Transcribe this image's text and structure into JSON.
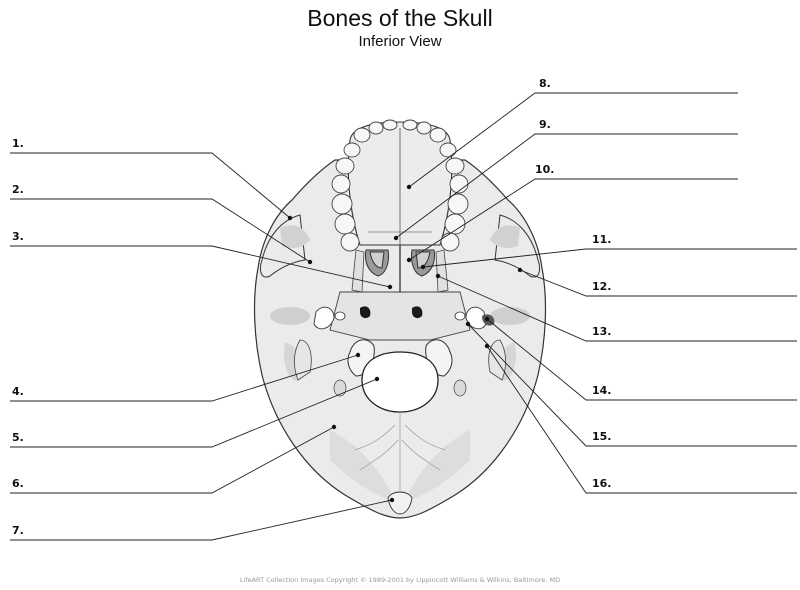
{
  "title": "Bones of the Skull",
  "subtitle": "Inferior View",
  "labels": [
    "1.",
    "2.",
    "3.",
    "4.",
    "5.",
    "6.",
    "7.",
    "8.",
    "9.",
    "10.",
    "11.",
    "12.",
    "13.",
    "14.",
    "15.",
    "16."
  ],
  "credit": "LifeART Collection Images Copyright © 1989-2001 by Lippincott Williams & Wilkins, Baltimore, MD",
  "colors": {
    "bone": "#ebebeb",
    "bone_shade": "#cfcfcf",
    "line": "#222222",
    "dark": "#1a1a1a"
  }
}
